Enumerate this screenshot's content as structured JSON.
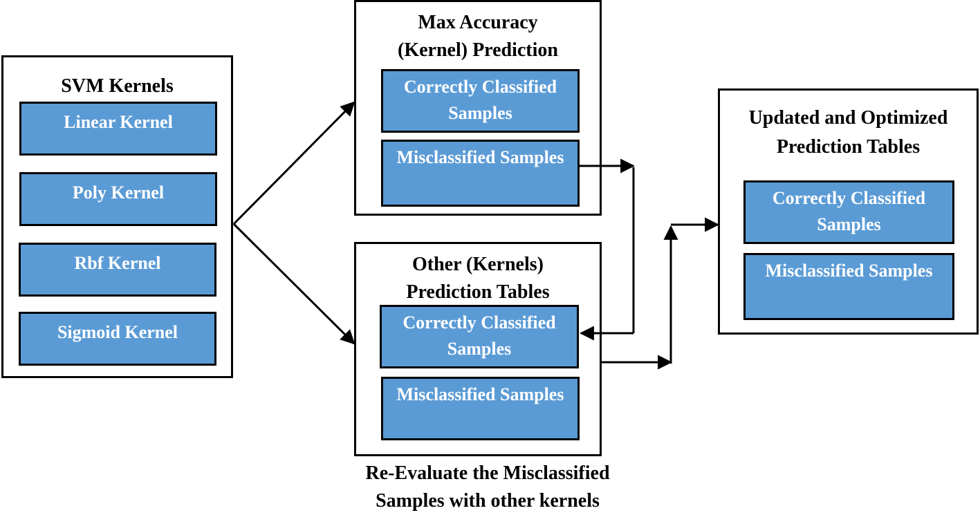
{
  "svm": {
    "title": "SVM Kernels",
    "kernels": [
      "Linear Kernel",
      "Poly Kernel",
      "Rbf Kernel",
      "Sigmoid Kernel"
    ]
  },
  "max_accuracy": {
    "title_line1": "Max Accuracy",
    "title_line2": "(Kernel) Prediction",
    "correct": "Correctly Classified Samples",
    "misclassified": "Misclassified Samples"
  },
  "other": {
    "title_line1": "Other (Kernels)",
    "title_line2": "Prediction Tables",
    "correct": "Correctly Classified Samples",
    "misclassified": "Misclassified Samples"
  },
  "updated": {
    "title_line1": "Updated and Optimized",
    "title_line2": "Prediction Tables",
    "correct": "Correctly Classified Samples",
    "misclassified": "Misclassified Samples"
  },
  "caption": {
    "line1": "Re-Evaluate the Misclassified",
    "line2": "Samples with other kernels"
  },
  "colors": {
    "box_fill": "#5b9bd5",
    "box_text": "#ffffff",
    "border": "#000000"
  }
}
